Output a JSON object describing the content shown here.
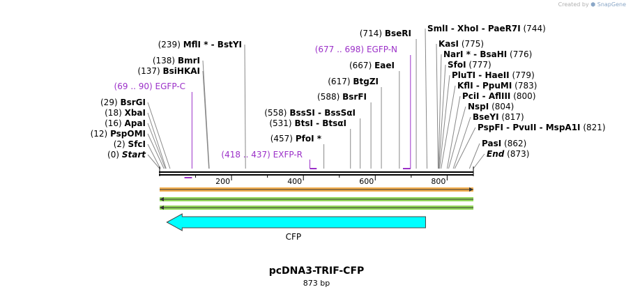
{
  "credit": {
    "prefix": "Created by",
    "brand": "SnapGene"
  },
  "plasmid": {
    "name": "pcDNA3-TRIF-CFP",
    "length_label": "873 bp"
  },
  "sequence_length": 873,
  "ruler_ticks": [
    {
      "label": "200",
      "pos": 200
    },
    {
      "label": "400",
      "pos": 400
    },
    {
      "label": "600",
      "pos": 600
    },
    {
      "label": "800",
      "pos": 800
    }
  ],
  "sites_left": [
    {
      "pos_text": "(239)",
      "name": "MflI * - BstYI",
      "bp": 239
    },
    {
      "pos_text": "(138)",
      "name": "BmrI",
      "bp": 138
    },
    {
      "pos_text": "(137)",
      "name": "BsiHKAI",
      "bp": 137
    },
    {
      "pos_text": "(29)",
      "name": "BsrGI",
      "bp": 29
    },
    {
      "pos_text": "(18)",
      "name": "XbaI",
      "bp": 18
    },
    {
      "pos_text": "(16)",
      "name": "ApaI",
      "bp": 16
    },
    {
      "pos_text": "(12)",
      "name": "PspOMI",
      "bp": 12
    },
    {
      "pos_text": "(2)",
      "name": "SfcI",
      "bp": 2
    },
    {
      "pos_text": "(0)",
      "name": "Start",
      "bp": 0,
      "italic": true
    }
  ],
  "sites_mid": [
    {
      "pos_text": "(714)",
      "name": "BseRI",
      "bp": 714
    },
    {
      "pos_text": "(667)",
      "name": "EaeI",
      "bp": 667
    },
    {
      "pos_text": "(617)",
      "name": "BtgZI",
      "bp": 617
    },
    {
      "pos_text": "(588)",
      "name": "BsrFI",
      "bp": 588
    },
    {
      "pos_text": "(558)",
      "name": "BssSI - BssSαI",
      "bp": 558
    },
    {
      "pos_text": "(531)",
      "name": "BtsI - BtsαI",
      "bp": 531
    },
    {
      "pos_text": "(457)",
      "name": "PfoI *",
      "bp": 457
    }
  ],
  "sites_right": [
    {
      "pos_text": "(744)",
      "name": "SmlI - XhoI - PaeR7I",
      "bp": 744
    },
    {
      "pos_text": "(775)",
      "name": "KasI",
      "bp": 775
    },
    {
      "pos_text": "(776)",
      "name": "NarI * - BsaHI",
      "bp": 776
    },
    {
      "pos_text": "(777)",
      "name": "SfoI",
      "bp": 777
    },
    {
      "pos_text": "(779)",
      "name": "PluTI - HaeII",
      "bp": 779
    },
    {
      "pos_text": "(783)",
      "name": "KflI - PpuMI",
      "bp": 783
    },
    {
      "pos_text": "(800)",
      "name": "PciI - AflIII",
      "bp": 800
    },
    {
      "pos_text": "(804)",
      "name": "NspI",
      "bp": 804
    },
    {
      "pos_text": "(817)",
      "name": "BseYI",
      "bp": 817
    },
    {
      "pos_text": "(821)",
      "name": "PspFI - PvuII - MspA1I",
      "bp": 821
    },
    {
      "pos_text": "(862)",
      "name": "PasI",
      "bp": 862
    },
    {
      "pos_text": "(873)",
      "name": "End",
      "bp": 873,
      "italic": true
    }
  ],
  "primers": [
    {
      "label": "EGFP-C",
      "range_text": "(69 .. 90)",
      "start": 69,
      "end": 90,
      "direction": "forward"
    },
    {
      "label": "EXFP-R",
      "range_text": "(418 .. 437)",
      "start": 418,
      "end": 437,
      "direction": "reverse"
    },
    {
      "label": "EGFP-N",
      "range_text": "(677 .. 698)",
      "start": 677,
      "end": 698,
      "direction": "forward"
    }
  ],
  "features": [
    {
      "label": "CFP",
      "start": 20,
      "end": 740,
      "direction": "reverse",
      "color": "#00ffff"
    }
  ],
  "colors": {
    "primer": "#9b30c8",
    "orange_bar": "#f0a030",
    "green_bar": "#80d040",
    "feature": "#00ffff"
  }
}
